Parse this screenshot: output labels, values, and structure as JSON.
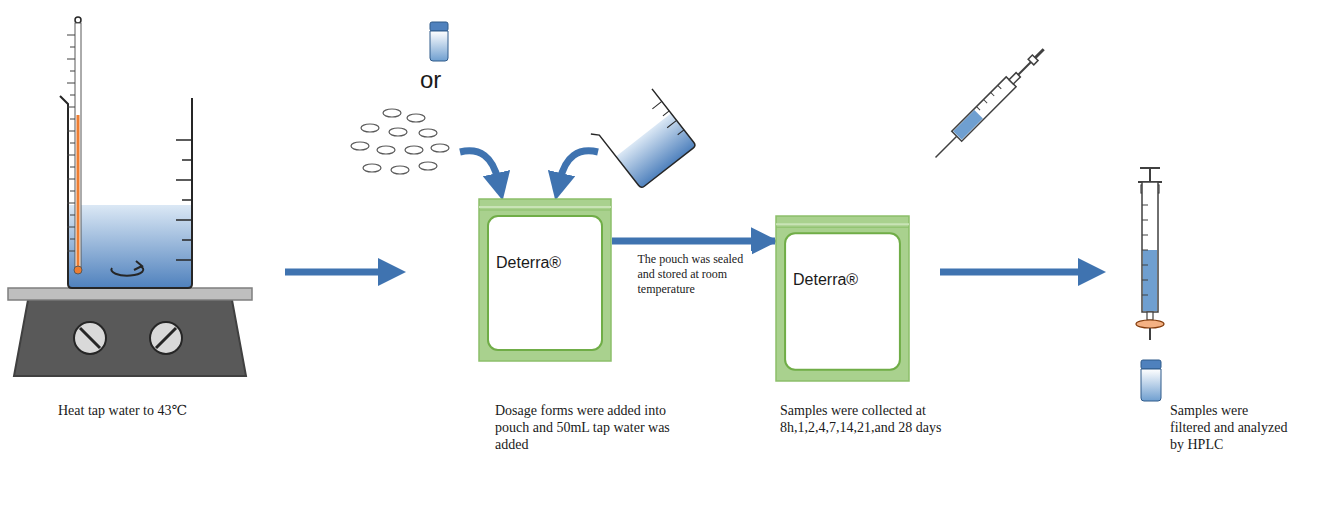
{
  "diagram": {
    "nodes": [
      {
        "text": [
          "Deterra®"
        ]
      },
      {
        "text": [
          "Deterra®"
        ]
      }
    ],
    "edges": [
      {
        "from": 0,
        "to": 1,
        "arrow": "to",
        "label": "The pouch was sealed and stored at room temperature"
      }
    ],
    "labels": [
      "Heat tap water to 43℃",
      "or",
      "Dosage forms were added into pouch and 50mL tap water was added",
      "Samples were collected at 8h,1,2,4,7,14,21,and 28 days",
      "Samples were filtered and analyzed by HPLC"
    ]
  }
}
